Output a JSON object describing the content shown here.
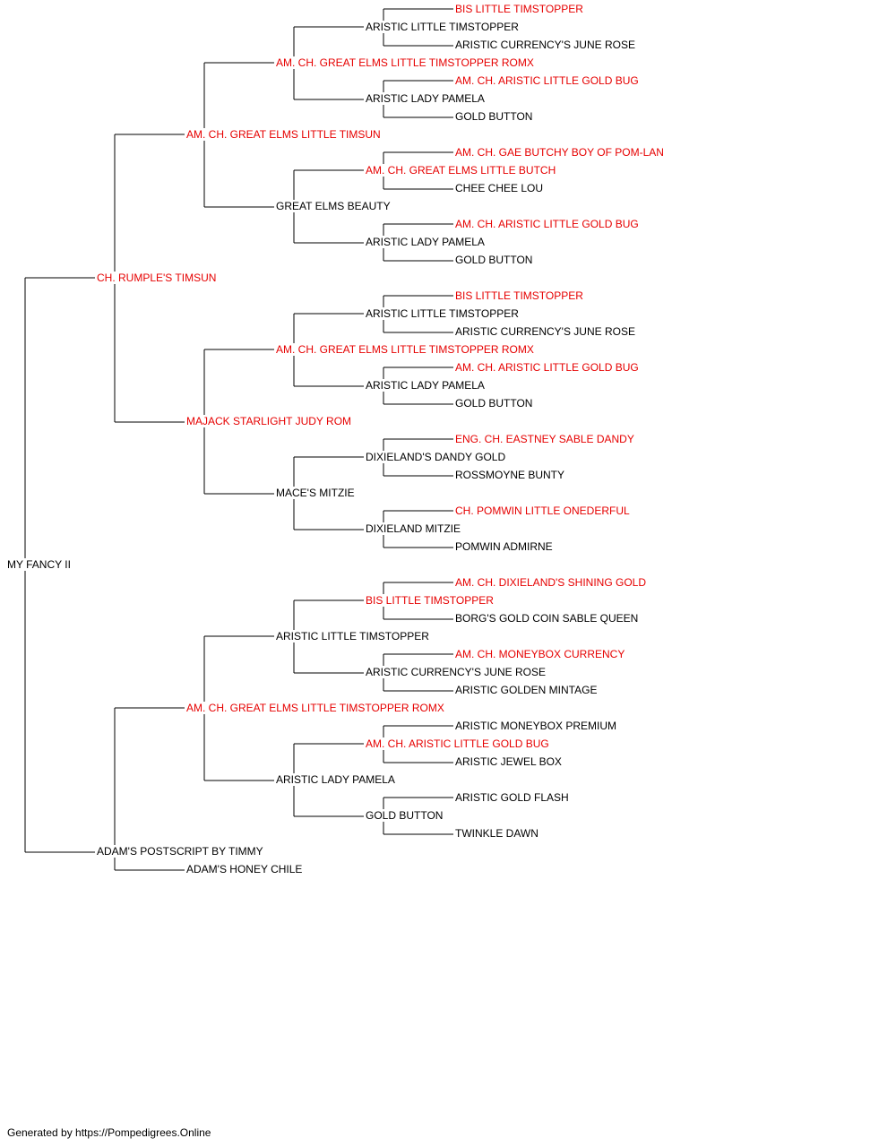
{
  "colors": {
    "champion": "#e60000",
    "normal": "#000000",
    "line": "#000000"
  },
  "pedigree": {
    "name": "MY FANCY II",
    "champion": false,
    "sire": {
      "name": "CH. RUMPLE'S TIMSUN",
      "champion": true,
      "sire": {
        "name": "AM. CH. GREAT ELMS LITTLE TIMSUN",
        "champion": true,
        "sire": {
          "name": "AM. CH. GREAT ELMS LITTLE TIMSTOPPER ROMX",
          "champion": true,
          "sire": {
            "name": "ARISTIC LITTLE TIMSTOPPER",
            "champion": false,
            "sire": {
              "name": "BIS LITTLE TIMSTOPPER",
              "champion": true
            },
            "dam": {
              "name": "ARISTIC CURRENCY'S JUNE ROSE",
              "champion": false
            }
          },
          "dam": {
            "name": "ARISTIC LADY PAMELA",
            "champion": false,
            "sire": {
              "name": "AM. CH. ARISTIC LITTLE GOLD BUG",
              "champion": true
            },
            "dam": {
              "name": "GOLD BUTTON",
              "champion": false
            }
          }
        },
        "dam": {
          "name": "GREAT ELMS BEAUTY",
          "champion": false,
          "sire": {
            "name": "AM. CH. GREAT ELMS LITTLE BUTCH",
            "champion": true,
            "sire": {
              "name": "AM. CH. GAE BUTCHY BOY OF POM-LAN",
              "champion": true
            },
            "dam": {
              "name": "CHEE CHEE LOU",
              "champion": false
            }
          },
          "dam": {
            "name": "ARISTIC LADY PAMELA",
            "champion": false,
            "sire": {
              "name": "AM. CH. ARISTIC LITTLE GOLD BUG",
              "champion": true
            },
            "dam": {
              "name": "GOLD BUTTON",
              "champion": false
            }
          }
        }
      },
      "dam": {
        "name": "MAJACK STARLIGHT JUDY ROM",
        "champion": true,
        "sire": {
          "name": "AM. CH. GREAT ELMS LITTLE TIMSTOPPER ROMX",
          "champion": true,
          "sire": {
            "name": "ARISTIC LITTLE TIMSTOPPER",
            "champion": false,
            "sire": {
              "name": "BIS LITTLE TIMSTOPPER",
              "champion": true
            },
            "dam": {
              "name": "ARISTIC CURRENCY'S JUNE ROSE",
              "champion": false
            }
          },
          "dam": {
            "name": "ARISTIC LADY PAMELA",
            "champion": false,
            "sire": {
              "name": "AM. CH. ARISTIC LITTLE GOLD BUG",
              "champion": true
            },
            "dam": {
              "name": "GOLD BUTTON",
              "champion": false
            }
          }
        },
        "dam": {
          "name": "MACE'S MITZIE",
          "champion": false,
          "sire": {
            "name": "DIXIELAND'S DANDY GOLD",
            "champion": false,
            "sire": {
              "name": "ENG. CH. EASTNEY SABLE DANDY",
              "champion": true
            },
            "dam": {
              "name": "ROSSMOYNE BUNTY",
              "champion": false
            }
          },
          "dam": {
            "name": "DIXIELAND MITZIE",
            "champion": false,
            "sire": {
              "name": "CH. POMWIN LITTLE ONEDERFUL",
              "champion": true
            },
            "dam": {
              "name": "POMWIN ADMIRNE",
              "champion": false
            }
          }
        }
      }
    },
    "dam": {
      "name": "ADAM'S POSTSCRIPT BY TIMMY",
      "champion": false,
      "sire": {
        "name": "AM. CH. GREAT ELMS LITTLE TIMSTOPPER ROMX",
        "champion": true,
        "sire": {
          "name": "ARISTIC LITTLE TIMSTOPPER",
          "champion": false,
          "sire": {
            "name": "BIS LITTLE TIMSTOPPER",
            "champion": true,
            "sire": {
              "name": "AM. CH. DIXIELAND'S SHINING GOLD",
              "champion": true
            },
            "dam": {
              "name": "BORG'S GOLD COIN SABLE QUEEN",
              "champion": false
            }
          },
          "dam": {
            "name": "ARISTIC CURRENCY'S JUNE ROSE",
            "champion": false,
            "sire": {
              "name": "AM. CH. MONEYBOX CURRENCY",
              "champion": true
            },
            "dam": {
              "name": "ARISTIC GOLDEN MINTAGE",
              "champion": false
            }
          }
        },
        "dam": {
          "name": "ARISTIC LADY PAMELA",
          "champion": false,
          "sire": {
            "name": "AM. CH. ARISTIC LITTLE GOLD BUG",
            "champion": true,
            "sire": {
              "name": "ARISTIC MONEYBOX PREMIUM",
              "champion": false
            },
            "dam": {
              "name": "ARISTIC JEWEL BOX",
              "champion": false
            }
          },
          "dam": {
            "name": "GOLD BUTTON",
            "champion": false,
            "sire": {
              "name": "ARISTIC GOLD FLASH",
              "champion": false
            },
            "dam": {
              "name": "TWINKLE DAWN",
              "champion": false
            }
          }
        }
      },
      "dam": {
        "name": "ADAM'S HONEY CHILE",
        "champion": false
      }
    }
  },
  "footer": "Generated by https://Pompedigrees.Online"
}
